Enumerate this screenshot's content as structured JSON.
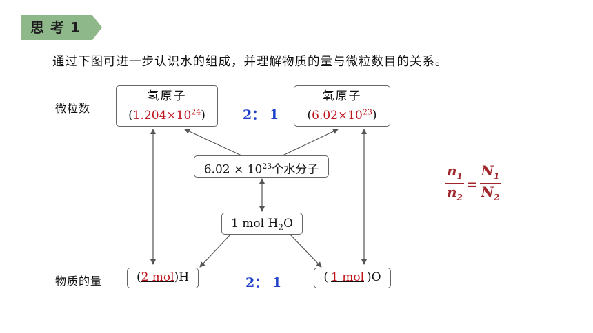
{
  "header": {
    "tag_text": "思 考 1"
  },
  "intro_text": "通过下图可进一步认识水的组成，并理解物质的量与微粒数目的关系。",
  "labels": {
    "particle_count": "微粒数",
    "amount": "物质的量"
  },
  "hydrogen_box": {
    "title": "氢原子",
    "open": "(",
    "value_mantissa": "1.204",
    "times": "×",
    "base": "10",
    "exponent": "24",
    "close": ")"
  },
  "oxygen_box": {
    "title": "氧原子",
    "open": "(",
    "value_mantissa": "6.02",
    "times": "×",
    "base": "10",
    "exponent": "23",
    "close": ")"
  },
  "ratio_top": "2：  1",
  "ratio_bottom": "2：  1",
  "molecule_box": {
    "prefix": "6.02 × 10",
    "exponent": "23",
    "suffix": "个水分子"
  },
  "mol_box": {
    "prefix": "1 mol H",
    "sub": "2",
    "suffix": "O"
  },
  "h_mol_box": {
    "open": "(",
    "value": "2 mol",
    "close": ")",
    "element": "H"
  },
  "o_mol_box": {
    "open": "(",
    "value": "1 mol",
    "close": ")",
    "element": "O"
  },
  "formula": {
    "n1": "n",
    "n1_sub": "1",
    "n2": "n",
    "n2_sub": "2",
    "eq": "=",
    "N1": "N",
    "N1_sub": "1",
    "N2": "N",
    "N2_sub": "2"
  },
  "colors": {
    "tag_bg": "#8fb88a",
    "answer_red": "#c0141c",
    "ratio_blue": "#1f3fc9",
    "formula_red": "#a0262c"
  }
}
